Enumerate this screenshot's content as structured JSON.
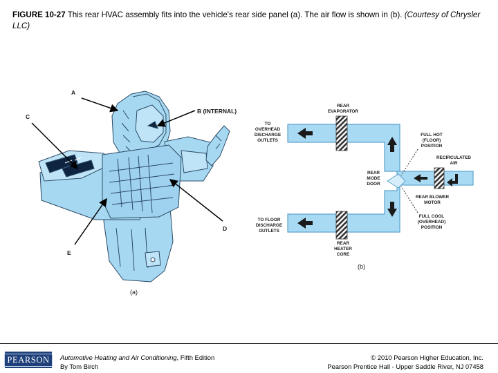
{
  "caption": {
    "figure_number": "FIGURE 10-27",
    "text": " This rear HVAC assembly fits into the vehicle's rear side panel (a). The air flow is shown in (b). ",
    "credit": "(Courtesy of Chrysler LLC)"
  },
  "figure_a": {
    "callouts": {
      "a": "A",
      "b": "B (INTERNAL)",
      "c": "C",
      "d": "D",
      "e": "E"
    },
    "panel_label": "(a)"
  },
  "figure_b": {
    "labels": {
      "rear_evaporator": [
        "REAR",
        "EVAPORATOR"
      ],
      "to_overhead": [
        "TO",
        "OVERHEAD",
        "DISCHARGE",
        "OUTLETS"
      ],
      "to_floor": [
        "TO FLOOR",
        "DISCHARGE",
        "OUTLETS"
      ],
      "rear_mode_door": [
        "REAR",
        "MODE",
        "DOOR"
      ],
      "full_hot": [
        "FULL HOT",
        "(FLOOR)",
        "POSITION"
      ],
      "recirculated_air": [
        "RECIRCULATED",
        "AIR"
      ],
      "rear_blower_motor": [
        "REAR BLOWER",
        "MOTOR"
      ],
      "full_cool": [
        "FULL COOL",
        "(OVERHEAD)",
        "POSITION"
      ],
      "rear_heater_core": [
        "REAR",
        "HEATER",
        "CORE"
      ]
    },
    "panel_label": "(b)"
  },
  "footer": {
    "logo": "PEARSON",
    "book_title": "Automotive Heating and Air Conditioning",
    "edition": ", Fifth Edition",
    "author": "By Tom Birch",
    "copyright": "© 2010 Pearson Higher Education, Inc.",
    "publisher": "Pearson Prentice Hall - Upper Saddle River, NJ 07458"
  },
  "colors": {
    "duct_fill": "#a9daf3",
    "duct_stroke": "#5da4cf",
    "assembly_fill": "#a7d8f2",
    "logo_bg": "#1d3f7a"
  }
}
